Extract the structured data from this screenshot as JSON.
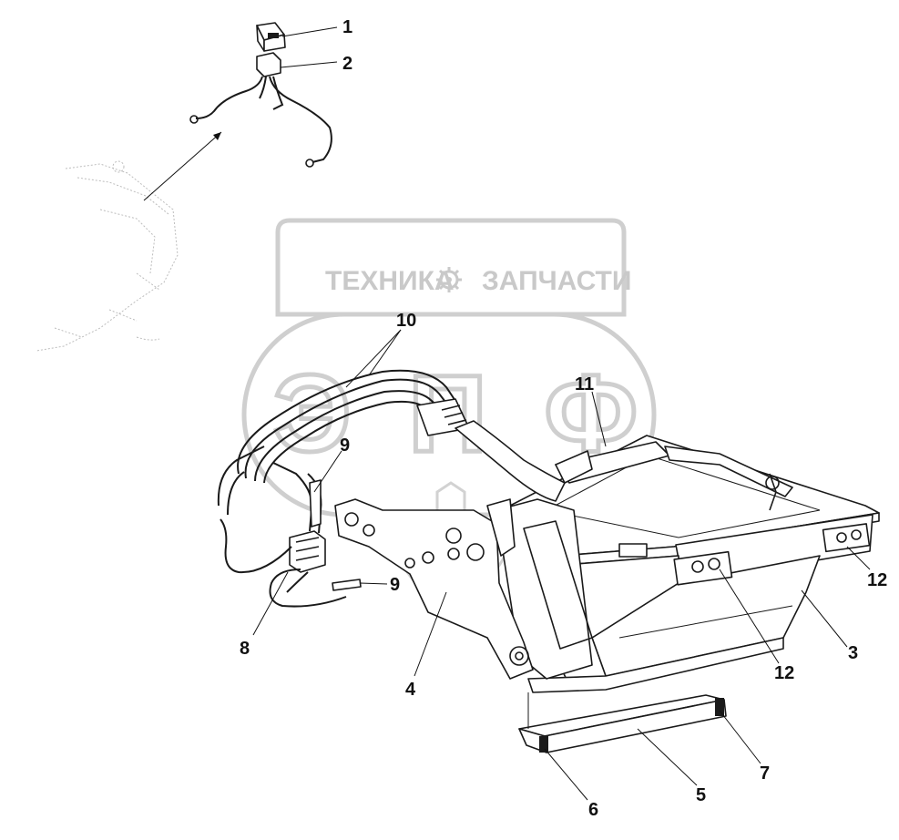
{
  "watermark": {
    "text_left": "ТЕХНИКА",
    "text_right": "ЗАПЧАСТИ",
    "big_letters": "ЭПФ",
    "gear_icon": "gear-icon",
    "color": "#c9c9c9"
  },
  "callouts": [
    {
      "id": "1",
      "label": "1"
    },
    {
      "id": "2",
      "label": "2"
    },
    {
      "id": "3",
      "label": "3"
    },
    {
      "id": "4",
      "label": "4"
    },
    {
      "id": "5",
      "label": "5"
    },
    {
      "id": "6",
      "label": "6"
    },
    {
      "id": "7",
      "label": "7"
    },
    {
      "id": "8",
      "label": "8"
    },
    {
      "id": "9a",
      "label": "9"
    },
    {
      "id": "9b",
      "label": "9"
    },
    {
      "id": "10",
      "label": "10"
    },
    {
      "id": "11",
      "label": "11"
    },
    {
      "id": "12a",
      "label": "12"
    },
    {
      "id": "12b",
      "label": "12"
    }
  ],
  "colors": {
    "line": "#1a1a1a",
    "watermark": "#c9c9c9",
    "background": "#ffffff"
  }
}
